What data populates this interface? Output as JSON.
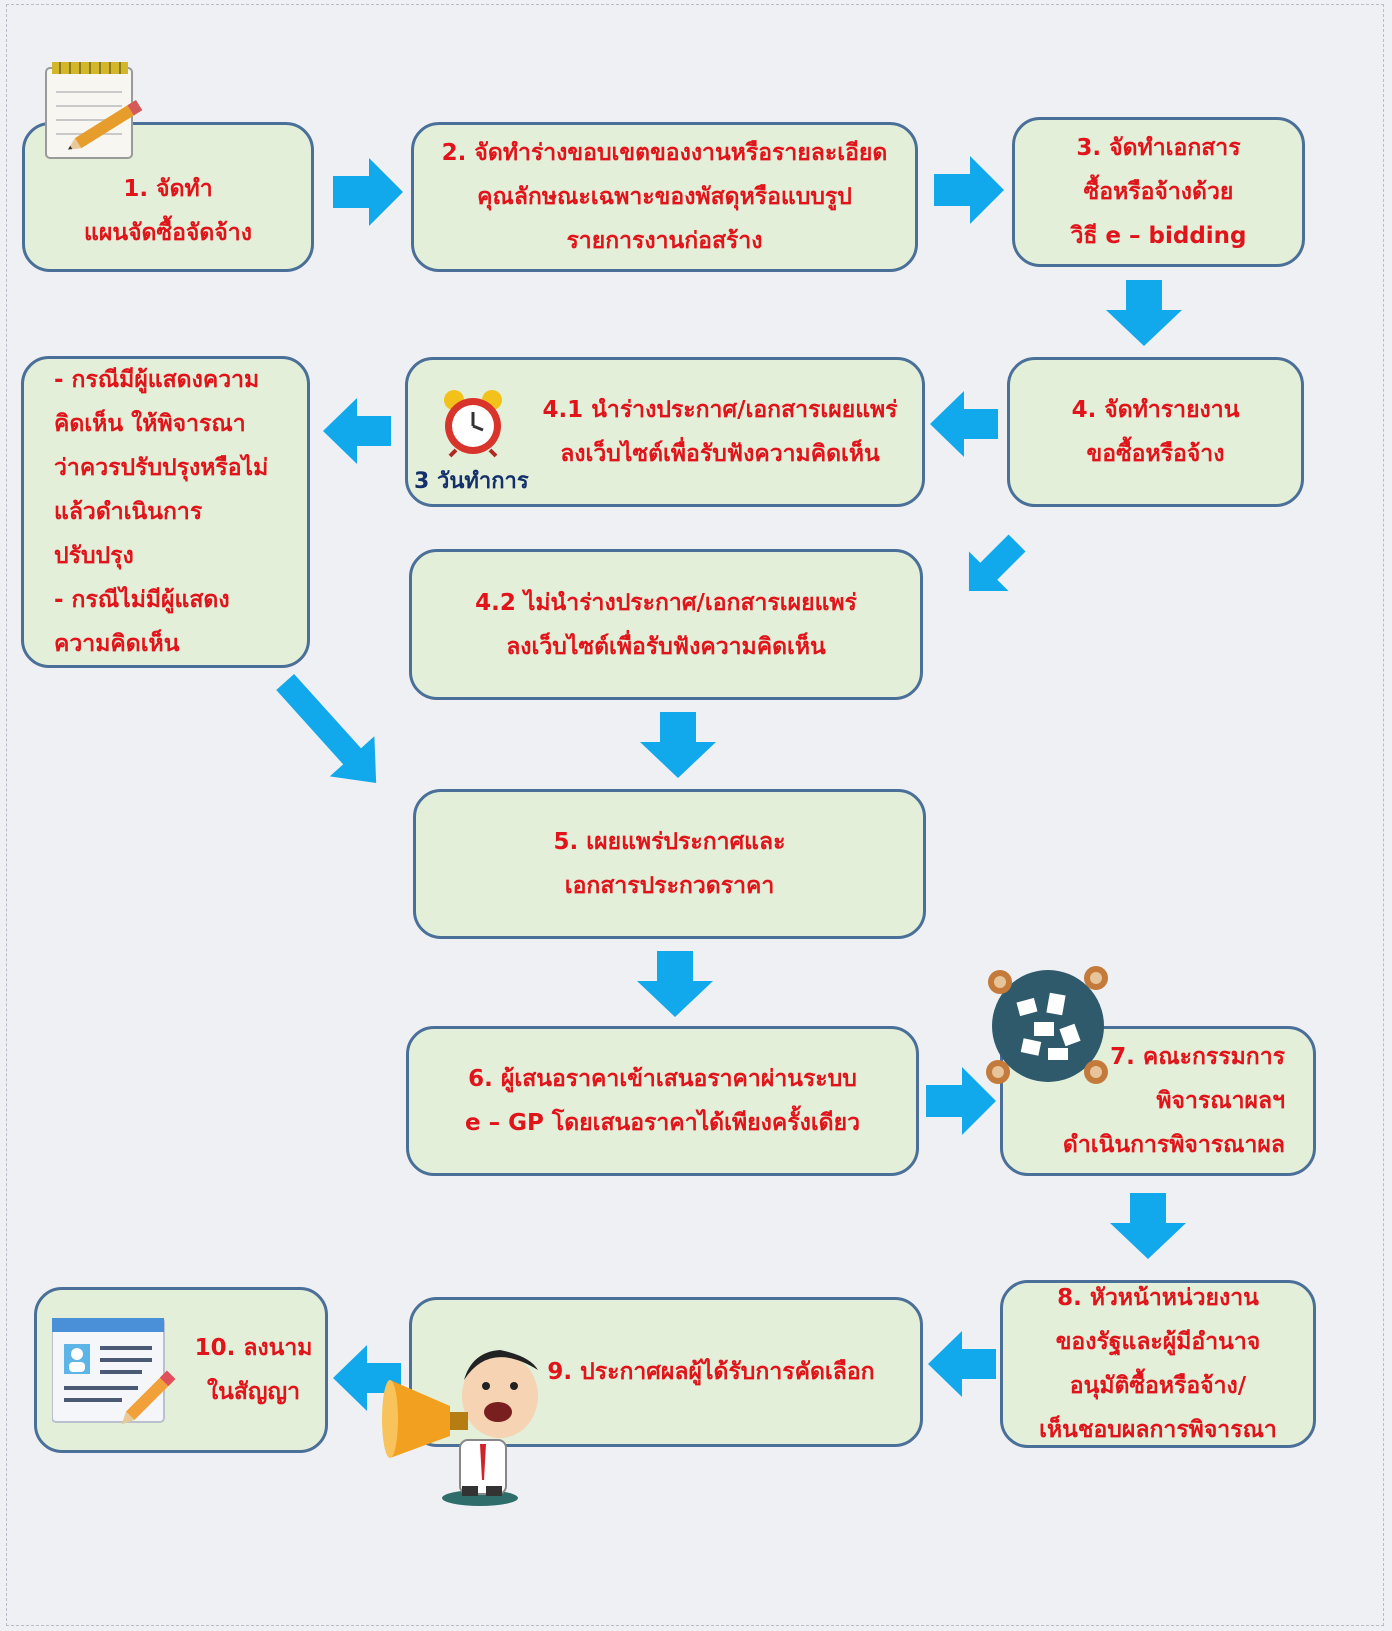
{
  "colors": {
    "box_fill": "#e3efd9",
    "box_border": "#4a6f98",
    "text": "#e0141a",
    "arrow": "#12a9ec",
    "note": "#14306a"
  },
  "steps": {
    "s1": {
      "lines": [
        "1. จัดทำ",
        "แผนจัดซื้อจัดจ้าง"
      ]
    },
    "s2": {
      "lines": [
        "2. จัดทำร่างขอบเขตของงานหรือรายละเอียด",
        "คุณลักษณะเฉพาะของพัสดุหรือแบบรูป",
        "รายการงานก่อสร้าง"
      ]
    },
    "s3": {
      "lines": [
        "3. จัดทำเอกสาร",
        "ซื้อหรือจ้างด้วย",
        "วิธี e – bidding"
      ]
    },
    "s4": {
      "lines": [
        "4. จัดทำรายงาน",
        "ขอซื้อหรือจ้าง"
      ]
    },
    "s41": {
      "lines": [
        "4.1 นำร่างประกาศ/เอกสารเผยแพร่",
        "ลงเว็บไซต์เพื่อรับฟังความคิดเห็น"
      ],
      "note": "3 วันทำการ"
    },
    "s42": {
      "lines": [
        "4.2 ไม่นำร่างประกาศ/เอกสารเผยแพร่",
        "ลงเว็บไซต์เพื่อรับฟังความคิดเห็น"
      ]
    },
    "comment": {
      "lines": [
        "- กรณีมีผู้แสดงความ",
        "คิดเห็น ให้พิจารณา",
        "ว่าควรปรับปรุงหรือไม่",
        "แล้วดำเนินการ",
        "ปรับปรุง",
        "- กรณีไม่มีผู้แสดง",
        "ความคิดเห็น"
      ]
    },
    "s5": {
      "lines": [
        "5. เผยแพร่ประกาศและ",
        "เอกสารประกวดราคา"
      ]
    },
    "s6": {
      "lines": [
        "6. ผู้เสนอราคาเข้าเสนอราคาผ่านระบบ",
        "e – GP โดยเสนอราคาได้เพียงครั้งเดียว"
      ]
    },
    "s7": {
      "lines": [
        "7. คณะกรรมการ",
        "พิจารณาผลฯ",
        "ดำเนินการพิจารณาผล"
      ]
    },
    "s8": {
      "lines": [
        "8. หัวหน้าหน่วยงาน",
        "ของรัฐและผู้มีอำนาจ",
        "อนุมัติซื้อหรือจ้าง/",
        "เห็นชอบผลการพิจารณา"
      ]
    },
    "s9": {
      "lines": [
        "9. ประกาศผลผู้ได้รับการคัดเลือก"
      ]
    },
    "s10": {
      "lines": [
        "10. ลงนาม",
        "ในสัญญา"
      ]
    }
  },
  "icons": [
    "notepad-pencil-icon",
    "alarm-clock-icon",
    "meeting-table-icon",
    "megaphone-man-icon",
    "contract-sign-icon"
  ]
}
